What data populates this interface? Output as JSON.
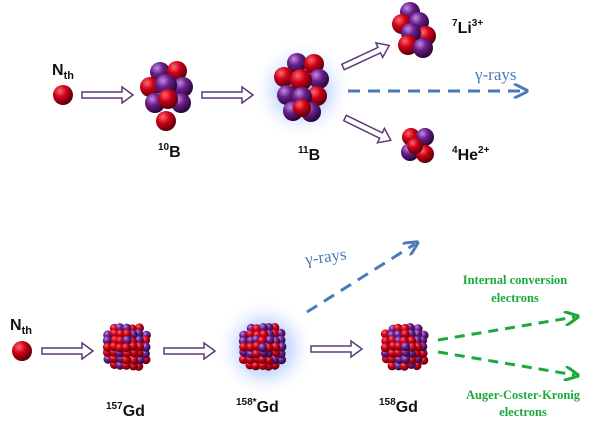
{
  "reaction1": {
    "neutron": {
      "base": "N",
      "sub": "th"
    },
    "target": {
      "mass": "10",
      "symbol": "B"
    },
    "compound": {
      "mass": "11",
      "symbol": "B"
    },
    "product_li": {
      "mass": "7",
      "symbol": "Li",
      "charge": "3+"
    },
    "product_he": {
      "mass": "4",
      "symbol": "He",
      "charge": "2+"
    },
    "gamma": "γ-rays"
  },
  "reaction2": {
    "neutron": {
      "base": "N",
      "sub": "th"
    },
    "target": {
      "mass": "157",
      "symbol": "Gd"
    },
    "compound": {
      "mass": "158*",
      "symbol": "Gd"
    },
    "product": {
      "mass": "158",
      "symbol": "Gd"
    },
    "gamma": "γ-rays",
    "internal_conversion": {
      "line1": "Internal conversion",
      "line2": "electrons"
    },
    "auger": {
      "line1": "Auger-Coster-Kronig",
      "line2": "electrons"
    }
  },
  "colors": {
    "proton_red": "#c0001a",
    "neutron_purple": "#6a1f8a",
    "gamma_blue": "#4a7ab8",
    "electron_green": "#1aaa3a",
    "arrow_outline": "#5b3a7a",
    "glow": "#6a9cff"
  }
}
